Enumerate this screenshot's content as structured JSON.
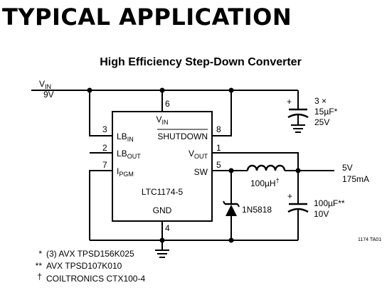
{
  "header": {
    "title": "TYPICAL APPLICATION"
  },
  "diagram": {
    "title": "High Efficiency Step-Down Converter",
    "input": {
      "name": "V",
      "sub": "IN",
      "voltage": "9V"
    },
    "chip": {
      "part": "LTC1174-5",
      "pins": {
        "vin": {
          "name": "V",
          "sub": "IN",
          "num": "6"
        },
        "lbin": {
          "name": "LB",
          "sub": "IN",
          "num": "3"
        },
        "lbout": {
          "name": "LB",
          "sub": "OUT",
          "num": "2"
        },
        "ipgm": {
          "name": "I",
          "sub": "PGM",
          "num": "7"
        },
        "shdn": {
          "name": "SHUTDOWN",
          "num": "8"
        },
        "vout": {
          "name": "V",
          "sub": "OUT",
          "num": "1"
        },
        "sw": {
          "name": "SW",
          "num": "5"
        },
        "gnd": {
          "name": "GND",
          "num": "4"
        }
      }
    },
    "input_cap": {
      "line1": "3 ×",
      "line2": "15µF*",
      "line3": "25V"
    },
    "inductor": {
      "value": "100µH",
      "mark": "†"
    },
    "diode": {
      "part": "1N5818"
    },
    "output_cap": {
      "value": "100µF**",
      "voltage": "10V"
    },
    "output": {
      "voltage": "5V",
      "current": "175mA"
    },
    "figure_id": "1174 TA01",
    "plus": "+"
  },
  "notes": [
    {
      "mark": "*",
      "text": "(3) AVX TPSD156K025"
    },
    {
      "mark": "**",
      "text": "AVX TPSD107K010"
    },
    {
      "mark": "†",
      "text": "COILTRONICS CTX100-4"
    }
  ]
}
